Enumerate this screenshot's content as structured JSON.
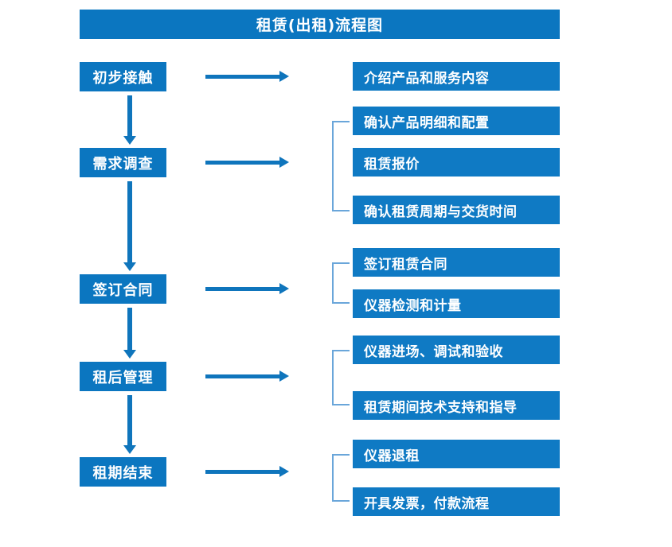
{
  "title": "租赁(出租)流程图",
  "theme": {
    "banner_blue": "#0b76c0",
    "stage_blue": "#0b76c0",
    "detail_blue": "#0f7ac4",
    "arrow_blue": "#0f75bc",
    "bracket_blue": "#6aa6da",
    "text_white": "#ffffff",
    "background": "#ffffff"
  },
  "stages": [
    {
      "label": "初步接触"
    },
    {
      "label": "需求调查"
    },
    {
      "label": "签订合同"
    },
    {
      "label": "租后管理"
    },
    {
      "label": "租期结束"
    }
  ],
  "details": [
    {
      "label": "介绍产品和服务内容"
    },
    {
      "label": "确认产品明细和配置"
    },
    {
      "label": "租赁报价"
    },
    {
      "label": "确认租赁周期与交货时间"
    },
    {
      "label": "签订租赁合同"
    },
    {
      "label": "仪器检测和计量"
    },
    {
      "label": "仪器进场、调试和验收"
    },
    {
      "label": "租赁期间技术支持和指导"
    },
    {
      "label": "仪器退租"
    },
    {
      "label": "开具发票，付款流程"
    }
  ],
  "groups": [
    {
      "stage": "需求调查",
      "detail_labels": [
        "确认产品明细和配置",
        "租赁报价",
        "确认租赁周期与交货时间"
      ]
    },
    {
      "stage": "签订合同",
      "detail_labels": [
        "签订租赁合同",
        "仪器检测和计量"
      ]
    },
    {
      "stage": "租后管理",
      "detail_labels": [
        "仪器进场、调试和验收",
        "租赁期间技术支持和指导"
      ]
    },
    {
      "stage": "租期结束",
      "detail_labels": [
        "仪器退租",
        "开具发票，付款流程"
      ]
    }
  ],
  "flow_order": [
    "初步接触",
    "需求调查",
    "签订合同",
    "租后管理",
    "租期结束"
  ]
}
